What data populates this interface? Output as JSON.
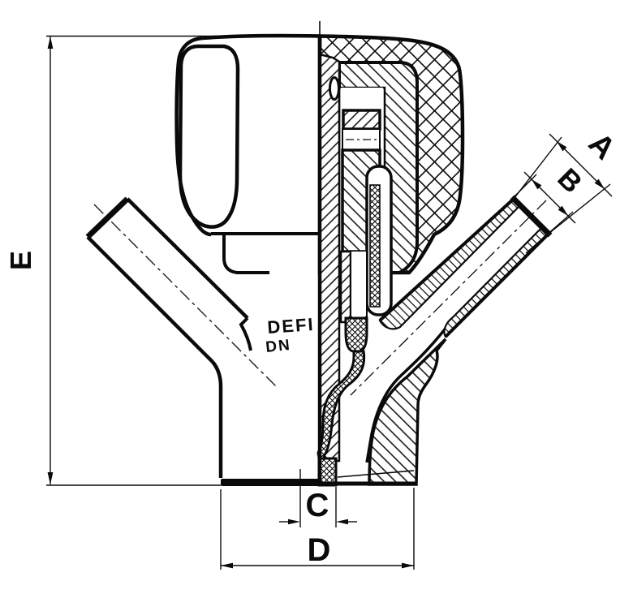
{
  "drawing": {
    "kind": "technical-drawing",
    "subject": "angle-seat Y valve, half section front view",
    "background": "#ffffff",
    "line_color": "#0a0a0a",
    "dimension_labels": {
      "a": "A",
      "b": "B",
      "c": "C",
      "d": "D",
      "e": "E"
    },
    "cast_text": {
      "line1": "DEFI",
      "line2": "DN"
    }
  }
}
